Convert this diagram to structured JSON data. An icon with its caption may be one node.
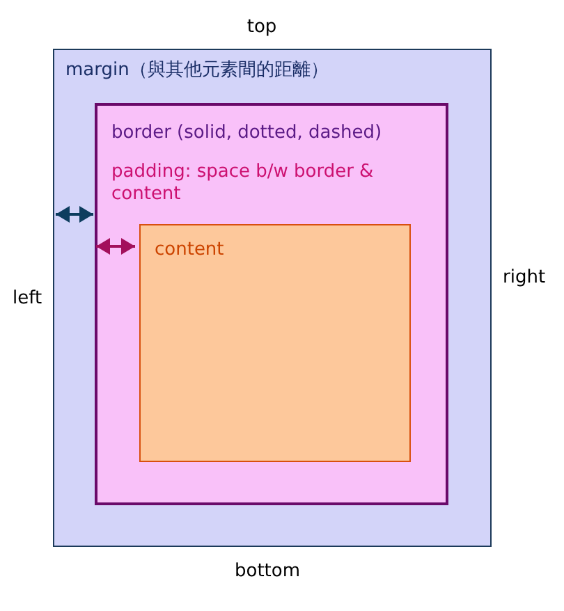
{
  "diagram": {
    "nodes": [
      {
        "text": [
          "margin（與其他元素間的距離）"
        ]
      },
      {
        "text": [
          "border (solid, dotted, dashed)",
          "padding: space b/w border & content"
        ],
        "in": 0
      },
      {
        "text": [
          "content"
        ],
        "in": 1
      }
    ],
    "edges": [
      {
        "from": 0,
        "to": 1,
        "arrow": "both",
        "color": "#0d3d5e"
      },
      {
        "from": 1,
        "to": 2,
        "arrow": "both",
        "color": "#a3105c"
      }
    ],
    "labels": [
      "top",
      "left",
      "right",
      "bottom"
    ]
  }
}
